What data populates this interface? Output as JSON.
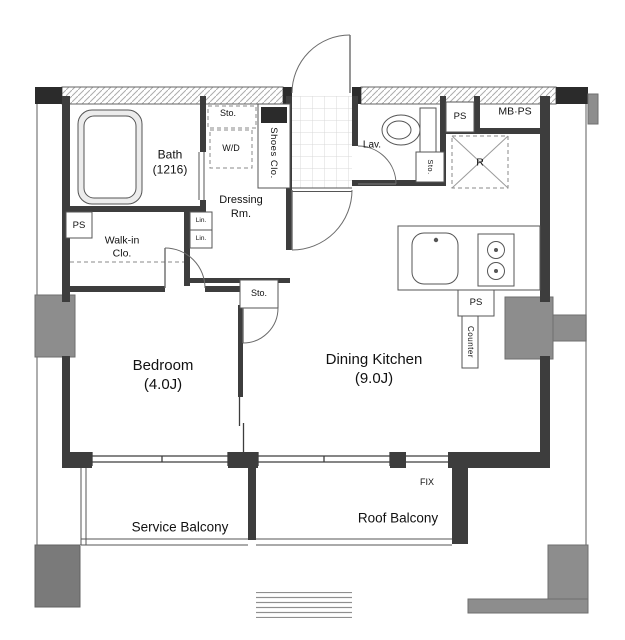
{
  "colors": {
    "wall": "#3d3d3d",
    "dark_fill": "#2b2b2b",
    "column": "#8d8d8d",
    "line": "#555555",
    "text": "#111111"
  },
  "rooms": {
    "bedroom": {
      "name": "Bedroom",
      "size": "(4.0J)"
    },
    "dining_kitchen": {
      "name": "Dining Kitchen",
      "size": "(9.0J)"
    },
    "bath": {
      "name": "Bath",
      "size": "(1216)"
    },
    "walkin_closet": {
      "line1": "Walk-in",
      "line2": "Clo."
    },
    "dressing_room": {
      "line1": "Dressing",
      "line2": "Rm."
    },
    "lavatory": {
      "name": "Lav."
    },
    "service_balcony": {
      "name": "Service Balcony"
    },
    "roof_balcony": {
      "name": "Roof Balcony"
    }
  },
  "fixtures": {
    "mb_ps": "MB·PS",
    "ps": "PS",
    "storage": "Sto.",
    "washer_dryer": "W/D",
    "shoes_closet": "Shoes Clo.",
    "refrigerator": "R",
    "linen": "Lin.",
    "counter": "Counter",
    "fixed_window": "FIX"
  }
}
